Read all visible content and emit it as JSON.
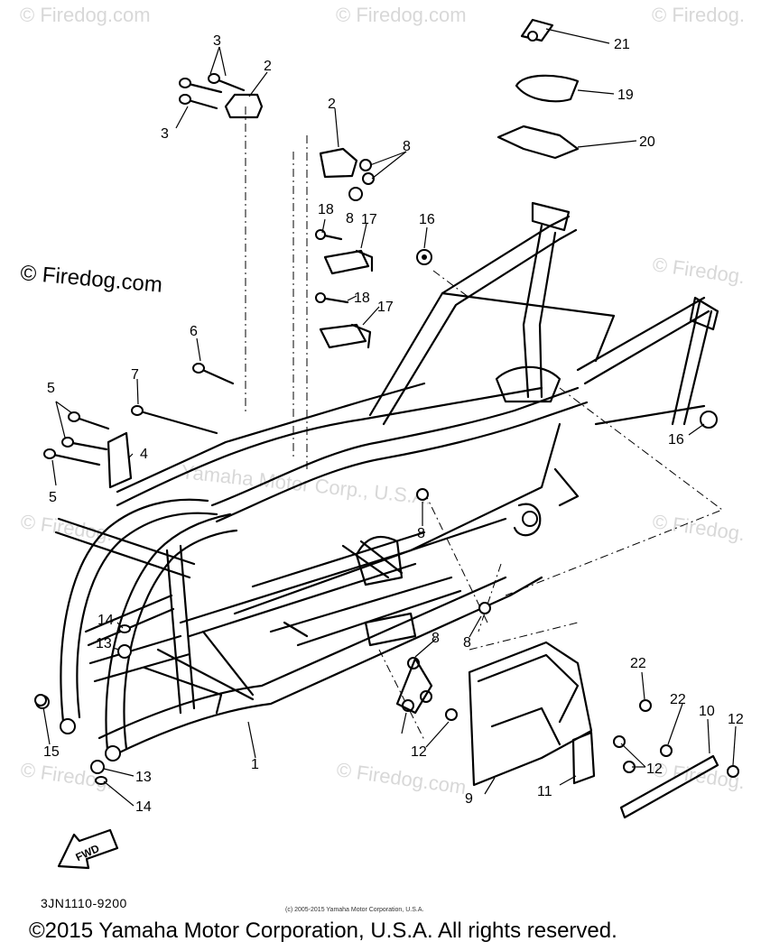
{
  "watermarks": {
    "site": "© Firedog.com",
    "site_short": "© Firedog.",
    "site_mid": "© Firedog.com",
    "frame_text": "Yamaha Motor Corp., U.S.A."
  },
  "callouts": [
    "1",
    "2",
    "3",
    "4",
    "5",
    "6",
    "7",
    "8",
    "9",
    "10",
    "11",
    "12",
    "13",
    "14",
    "15",
    "16",
    "17",
    "18",
    "19",
    "20",
    "21",
    "22"
  ],
  "labels": {
    "l1": "1",
    "l2a": "2",
    "l2b": "2",
    "l3a": "3",
    "l3b": "3",
    "l4": "4",
    "l5a": "5",
    "l5b": "5",
    "l6": "6",
    "l7": "7",
    "l8a": "8",
    "l8b": "8",
    "l8c": "8",
    "l8d": "8",
    "l8e": "8",
    "l9": "9",
    "l10": "10",
    "l11": "11",
    "l12a": "12",
    "l12b": "12",
    "l12c": "12",
    "l13a": "13",
    "l13b": "13",
    "l14a": "14",
    "l14b": "14",
    "l15": "15",
    "l16a": "16",
    "l16b": "16",
    "l17a": "17",
    "l17b": "17",
    "l18a": "18",
    "l18b": "18",
    "l19": "19",
    "l20": "20",
    "l21": "21",
    "l22a": "22",
    "l22b": "22"
  },
  "fwd_label": "FWD",
  "diagram_code": "3JN1110-9200",
  "small_copyright": "(c) 2005-2015 Yamaha Motor Corporation, U.S.A.",
  "copyright": "©2015 Yamaha Motor Corporation, U.S.A. All rights reserved."
}
